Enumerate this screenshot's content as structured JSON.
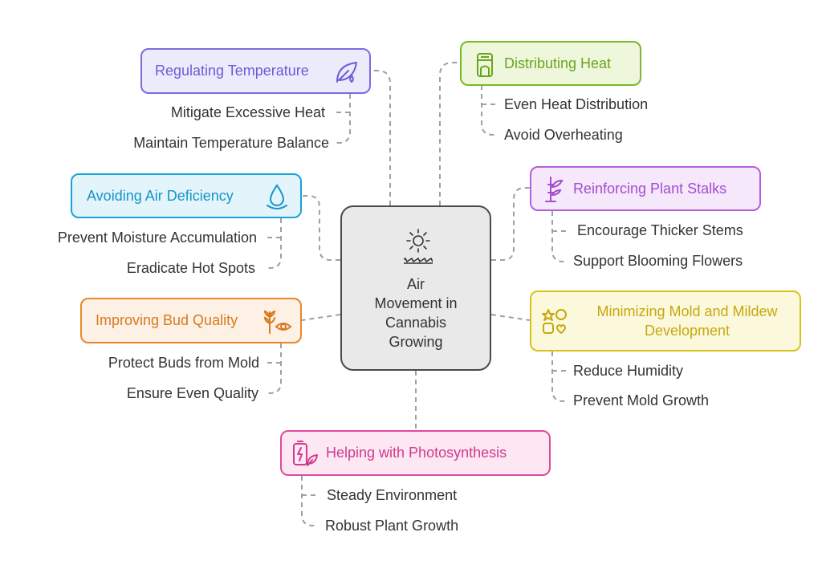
{
  "center": {
    "lines": [
      "Air",
      "Movement in",
      "Cannabis",
      "Growing"
    ],
    "icon": "sun-icon"
  },
  "nodes": {
    "regulating": {
      "label": "Regulating Temperature",
      "icon": "leaf-drop-icon",
      "color": "#7a6ce0",
      "fill": "#ecebfb",
      "subs": [
        "Mitigate Excessive Heat",
        "Maintain Temperature Balance"
      ]
    },
    "distributing": {
      "label": "Distributing Heat",
      "icon": "heater-icon",
      "color": "#7bb82a",
      "fill": "#eef7dc",
      "subs": [
        "Even Heat Distribution",
        "Avoid Overheating"
      ]
    },
    "avoiding": {
      "label": "Avoiding Air Deficiency",
      "icon": "water-drop-icon",
      "color": "#1aa3d6",
      "fill": "#e3f4fb",
      "subs": [
        "Prevent Moisture Accumulation",
        "Eradicate Hot Spots"
      ]
    },
    "reinforcing": {
      "label": "Reinforcing Plant Stalks",
      "icon": "bamboo-icon",
      "color": "#b55ddf",
      "fill": "#f5e8fb",
      "subs": [
        "Encourage Thicker Stems",
        "Support Blooming Flowers"
      ]
    },
    "improving": {
      "label": "Improving Bud Quality",
      "icon": "wheat-eye-icon",
      "color": "#e8872b",
      "fill": "#fdf0e4",
      "subs": [
        "Protect Buds from Mold",
        "Ensure Even Quality"
      ]
    },
    "minimizing": {
      "label_lines": [
        "Minimizing Mold and Mildew",
        "Development"
      ],
      "icon": "shapes-icon",
      "color": "#d9c21c",
      "fill": "#fcf8dc",
      "subs": [
        "Reduce Humidity",
        "Prevent Mold Growth"
      ]
    },
    "photosynthesis": {
      "label": "Helping with Photosynthesis",
      "icon": "battery-leaf-icon",
      "color": "#e0499e",
      "fill": "#fce7f3",
      "subs": [
        "Steady Environment",
        "Robust Plant Growth"
      ]
    }
  }
}
